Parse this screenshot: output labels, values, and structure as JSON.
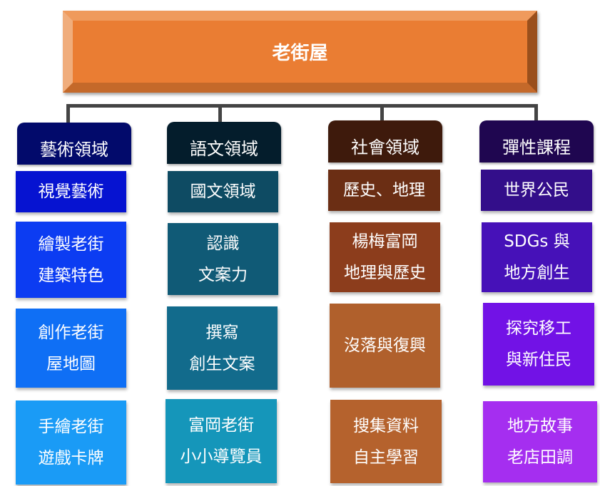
{
  "root": {
    "label": "老街屋",
    "color": "#ea7d33"
  },
  "columns": [
    {
      "header": {
        "label": "藝術領域",
        "color": "#020a6b"
      },
      "items": [
        {
          "lines": [
            "視覺藝術"
          ],
          "color": "#0613d1"
        },
        {
          "lines": [
            "繪製老街",
            "建築特色"
          ],
          "color": "#0c3cf2"
        },
        {
          "lines": [
            "創作老街",
            "屋地圖"
          ],
          "color": "#0f6ff5"
        },
        {
          "lines": [
            "手繪老街",
            "遊戲卡牌"
          ],
          "color": "#1a9bf6"
        }
      ]
    },
    {
      "header": {
        "label": "語文領域",
        "color": "#041d2c"
      },
      "items": [
        {
          "lines": [
            "國文領域"
          ],
          "color": "#0e4b63"
        },
        {
          "lines": [
            "認識",
            "文案力"
          ],
          "color": "#105a76"
        },
        {
          "lines": [
            "撰寫",
            "創生文案"
          ],
          "color": "#126b8c"
        },
        {
          "lines": [
            "富岡老街",
            "小小導覽員"
          ],
          "color": "#1596ba"
        }
      ]
    },
    {
      "header": {
        "label": "社會領域",
        "color": "#3e1a0c"
      },
      "items": [
        {
          "lines": [
            "歷史、地理"
          ],
          "color": "#6b2e14"
        },
        {
          "lines": [
            "楊梅富岡",
            "地理與歷史"
          ],
          "color": "#8c3d1c"
        },
        {
          "lines": [
            "沒落與復興"
          ],
          "color": "#b0602c"
        },
        {
          "lines": [
            "搜集資料",
            "自主學習"
          ],
          "color": "#b5622d"
        }
      ]
    },
    {
      "header": {
        "label": "彈性課程",
        "color": "#1f0650"
      },
      "items": [
        {
          "lines": [
            "世界公民"
          ],
          "color": "#330e8a"
        },
        {
          "lines": [
            "SDGs 與",
            "地方創生"
          ],
          "color": "#4611b8"
        },
        {
          "lines": [
            "探究移工",
            "與新住民"
          ],
          "color": "#7212e6"
        },
        {
          "lines": [
            "地方故事",
            "老店田調"
          ],
          "color": "#a52ef0"
        }
      ]
    }
  ]
}
